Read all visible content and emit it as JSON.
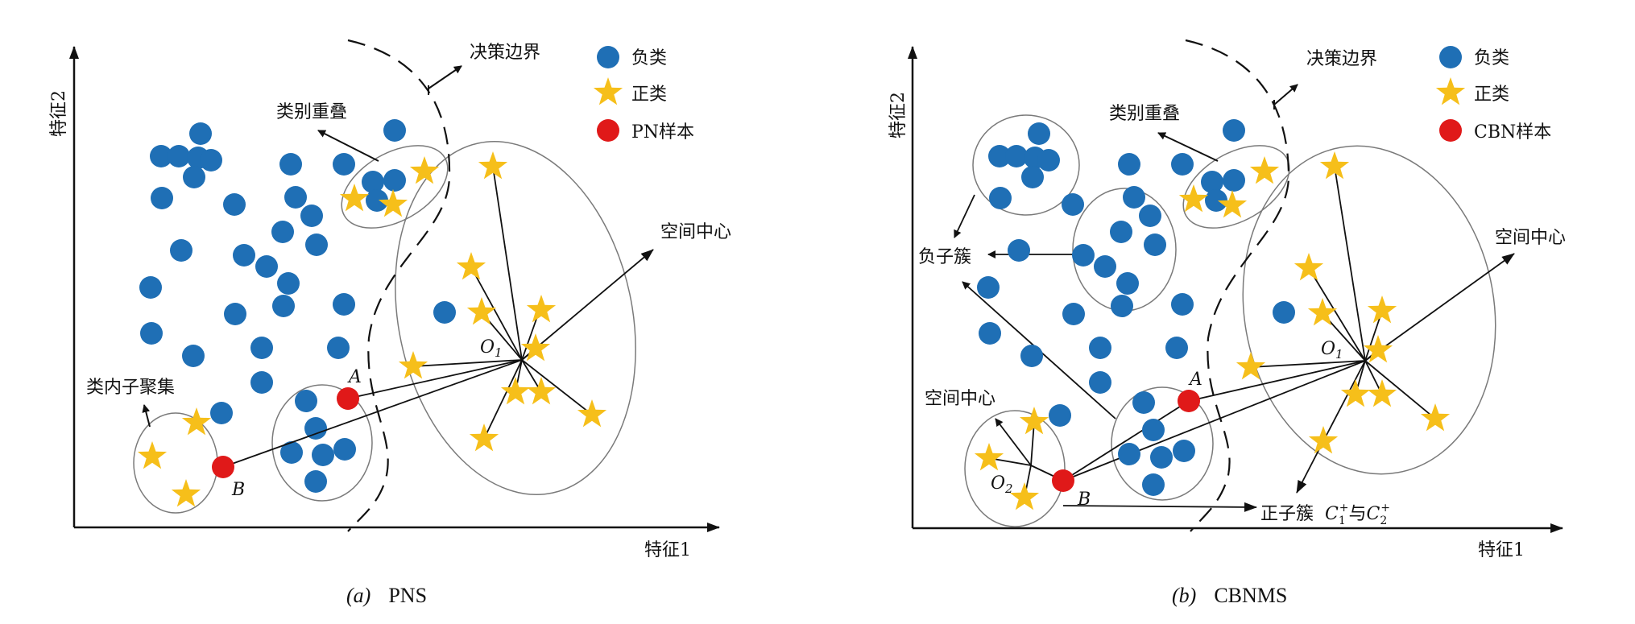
{
  "colors": {
    "negative": "#1f6fb5",
    "positive": "#f6bf1a",
    "highlight": "#e01919",
    "line": "#111111",
    "ellipse": "#7a7a7a"
  },
  "panel_a": {
    "caption_letter": "(a)",
    "caption_name": "PNS",
    "axis_x": "特征1",
    "axis_y": "特征2",
    "legend": {
      "negative": "负类",
      "positive": "正类",
      "sample": "PN样本"
    },
    "label_decision_boundary": "决策边界",
    "label_overlap": "类别重叠",
    "label_space_center": "空间中心",
    "label_intra_cluster": "类内子聚集",
    "point_A": "A",
    "point_B": "B",
    "center_O": "O",
    "center_O_sub": "1"
  },
  "panel_b": {
    "caption_letter": "(b)",
    "caption_name": "CBNMS",
    "axis_x": "特征1",
    "axis_y": "特征2",
    "legend": {
      "negative": "负类",
      "positive": "正类",
      "sample": "CBN样本"
    },
    "label_decision_boundary": "决策边界",
    "label_overlap": "类别重叠",
    "label_space_center_right": "空间中心",
    "label_space_center_left": "空间中心",
    "label_neg_cluster": "负子簇",
    "label_pos_cluster": "正子簇",
    "c_text": "C",
    "c1_sub": "1",
    "c_sup": "+",
    "c_and": "与",
    "c2_sub": "2",
    "point_A": "A",
    "point_B": "B",
    "center_O1": "O",
    "center_O1_sub": "1",
    "center_O2": "O",
    "center_O2_sub": "2"
  }
}
